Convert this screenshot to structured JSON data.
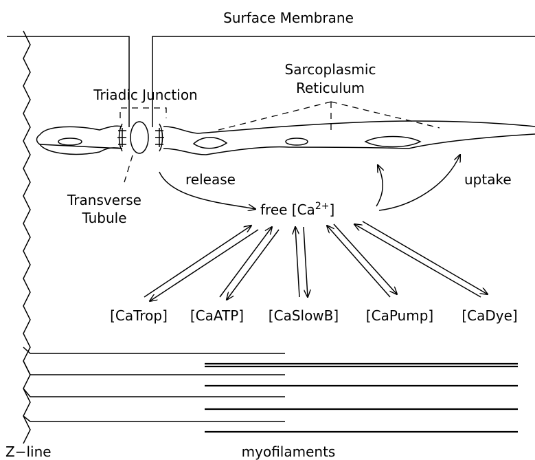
{
  "labels": {
    "surface_membrane": "Surface Membrane",
    "sarcoplasmic": "Sarcoplasmic",
    "reticulum": "Reticulum",
    "triadic_junction": "Triadic Junction",
    "release": "release",
    "uptake": "uptake",
    "transverse": "Transverse",
    "tubule": "Tubule",
    "free_ca_prefix": "free [Ca",
    "free_ca_sup": "2+",
    "free_ca_suffix": "]",
    "z_line": "Z−line",
    "myofilaments": "myofilaments"
  },
  "buffers": [
    "[CaTrop]",
    "[CaATP]",
    "[CaSlowB]",
    "[CaPump]",
    "[CaDye]"
  ]
}
